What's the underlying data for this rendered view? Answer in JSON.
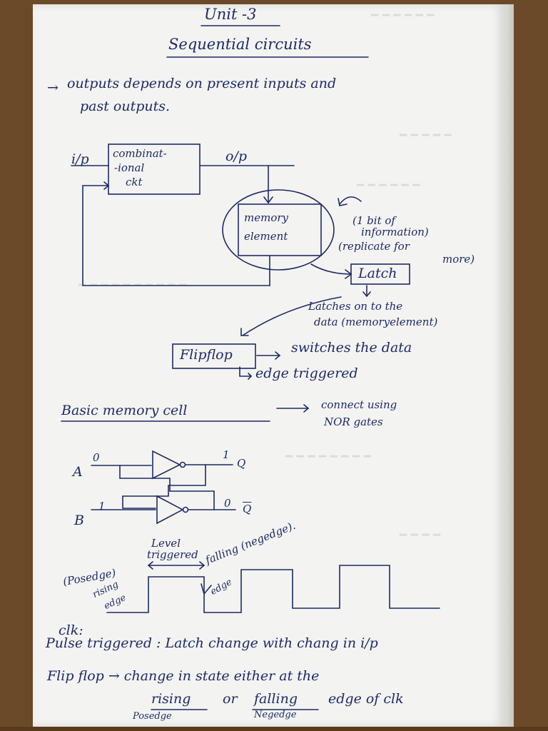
{
  "title": "Unit -3",
  "subtitle": "Sequential circuits",
  "intro": {
    "arrow": "→",
    "line1": "outputs depends on present inputs and",
    "line2": "past outputs."
  },
  "block_diagram": {
    "input": "i/p",
    "output": "o/p",
    "combinational_line1": "combinat-",
    "combinational_line2": "-ional",
    "combinational_line3": "ckt",
    "memory_line1": "memory",
    "memory_line2": "element",
    "memory_note_line1": "(1 bit of",
    "memory_note_line2": "information)",
    "memory_note_line3": "(replicate for",
    "memory_note_line4": "more)",
    "latch_label": "Latch",
    "latch_desc_line1": "Latches on to the",
    "latch_desc_line2": "data (memoryelement)",
    "flipflop_label": "Flipflop",
    "flipflop_desc": "switches the data",
    "flipflop_sub": "edge triggered"
  },
  "memory_cell": {
    "heading": "Basic memory cell",
    "desc_line1": "connect using",
    "desc_line2": "NOR gates",
    "input_a": "A",
    "input_b": "B",
    "a_value": "0",
    "b_value": "1",
    "q_value": "1",
    "qbar_value": "0",
    "q_label": "Q",
    "qbar_label": "Q"
  },
  "clock": {
    "level_line1": "Level",
    "level_line2": "triggered",
    "falling_line1": "falling (negedge).",
    "falling_line2": "edge",
    "posedge_label": "(Posedge)",
    "rising_line1": "rising",
    "rising_line2": "edge",
    "clk_label": "clk:"
  },
  "notes": {
    "pulse": "Pulse triggered : Latch change with chang in i/p",
    "flipflop_line1": "Flip flop → change in state either at the",
    "flipflop_rising": "rising",
    "flipflop_or": "or",
    "flipflop_falling": "falling",
    "flipflop_rest": "edge of clk",
    "posedge_note": "Posedge",
    "negedge_note": "Negedge"
  },
  "colors": {
    "ink": "#1e2a66",
    "paper": "#f3f3f1",
    "bleed": "#c9c9c4"
  }
}
